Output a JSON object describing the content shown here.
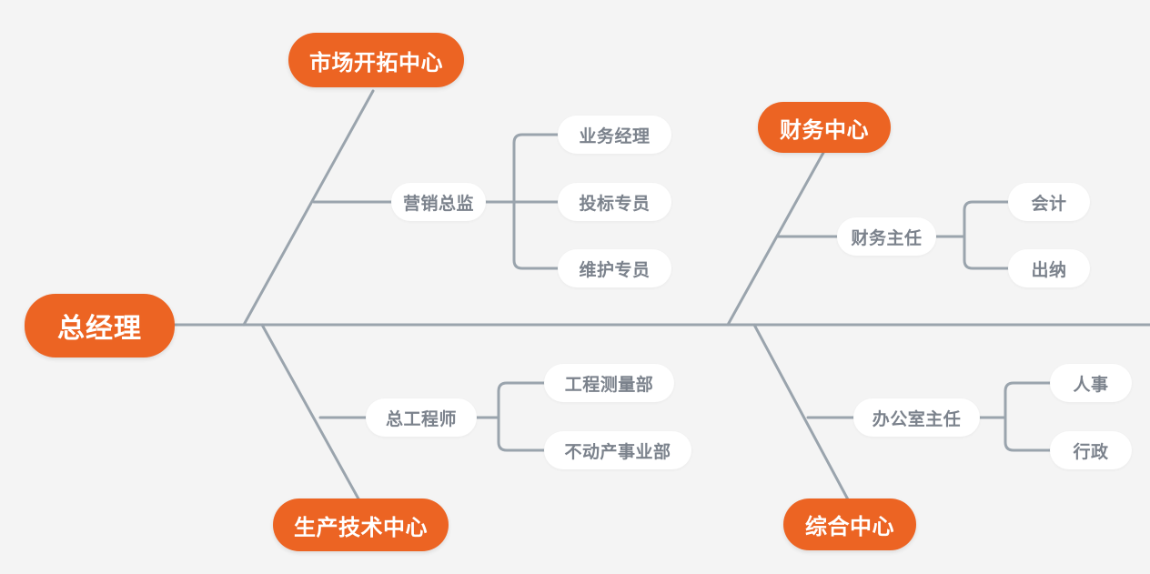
{
  "diagram": {
    "type": "fishbone-org-chart",
    "title": "",
    "background_color": "#f4f4f4",
    "accent_color": "#ec6423",
    "line_color": "#9aa4ad",
    "text_color_primary": "#ffffff",
    "text_color_secondary": "#7b828c"
  },
  "root": {
    "label": "总经理"
  },
  "branches": [
    {
      "id": "market",
      "label": "市场开拓中心",
      "side": "top-left",
      "role": {
        "label": "营销总监"
      },
      "leaves": [
        {
          "label": "业务经理"
        },
        {
          "label": "投标专员"
        },
        {
          "label": "维护专员"
        }
      ]
    },
    {
      "id": "finance",
      "label": "财务中心",
      "side": "top-right",
      "role": {
        "label": "财务主任"
      },
      "leaves": [
        {
          "label": "会计"
        },
        {
          "label": "出纳"
        }
      ]
    },
    {
      "id": "production",
      "label": "生产技术中心",
      "side": "bottom-left",
      "role": {
        "label": "总工程师"
      },
      "leaves": [
        {
          "label": "工程测量部"
        },
        {
          "label": "不动产事业部"
        }
      ]
    },
    {
      "id": "general",
      "label": "综合中心",
      "side": "bottom-right",
      "role": {
        "label": "办公室主任"
      },
      "leaves": [
        {
          "label": "人事"
        },
        {
          "label": "行政"
        }
      ]
    }
  ]
}
